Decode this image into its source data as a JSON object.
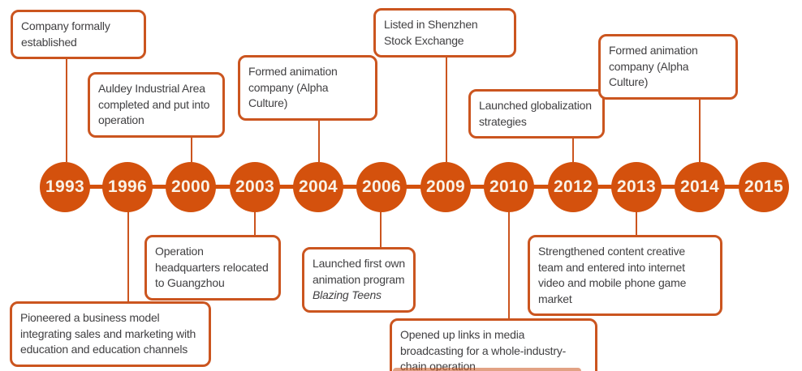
{
  "colors": {
    "accent_orange": "#d4510d",
    "box_border_orange": "#cb551f",
    "body_text": "#414042",
    "year_text": "#f9f2e7",
    "background": "#ffffff"
  },
  "timeline": {
    "years": [
      "1993",
      "1996",
      "2000",
      "2003",
      "2004",
      "2006",
      "2009",
      "2010",
      "2012",
      "2013",
      "2014",
      "2015"
    ]
  },
  "events": [
    {
      "id": "company-established",
      "year": "1993",
      "side": "above",
      "text": "Company formally established"
    },
    {
      "id": "auldey-industrial-area",
      "year": "2000",
      "side": "above",
      "text": "Auldey Industrial Area completed and put into operation"
    },
    {
      "id": "formed-animation-company-2004",
      "year": "2004",
      "side": "above",
      "text": "Formed animation company (Alpha Culture)"
    },
    {
      "id": "listed-shenzhen-stock-exchange",
      "year": "2009",
      "side": "above",
      "text": "Listed in Shenzhen Stock Exchange"
    },
    {
      "id": "globalization-strategies",
      "year": "2012",
      "side": "above",
      "text": "Launched globalization strategies"
    },
    {
      "id": "formed-animation-company-2014",
      "year": "2014",
      "side": "above",
      "text": "Formed animation company (Alpha Culture)"
    },
    {
      "id": "pioneered-business-model",
      "year": "1996",
      "side": "below",
      "text": "Pioneered a business model integrating sales and marketing with education and education channels"
    },
    {
      "id": "headquarters-guangzhou",
      "year": "2003",
      "side": "below",
      "text": "Operation headquarters relocated to Guangzhou"
    },
    {
      "id": "first-animation-program",
      "year": "2006",
      "side": "below",
      "text": "Launched first own animation program",
      "program_title": "Blazing Teens"
    },
    {
      "id": "media-broadcasting-links",
      "year": "2010",
      "side": "below",
      "text": "Opened up links in media broadcasting for a whole-industry-chain operation"
    },
    {
      "id": "content-creative-team",
      "year": "2013",
      "side": "below",
      "text": "Strengthened content creative team and entered into internet video and mobile phone game market"
    }
  ]
}
